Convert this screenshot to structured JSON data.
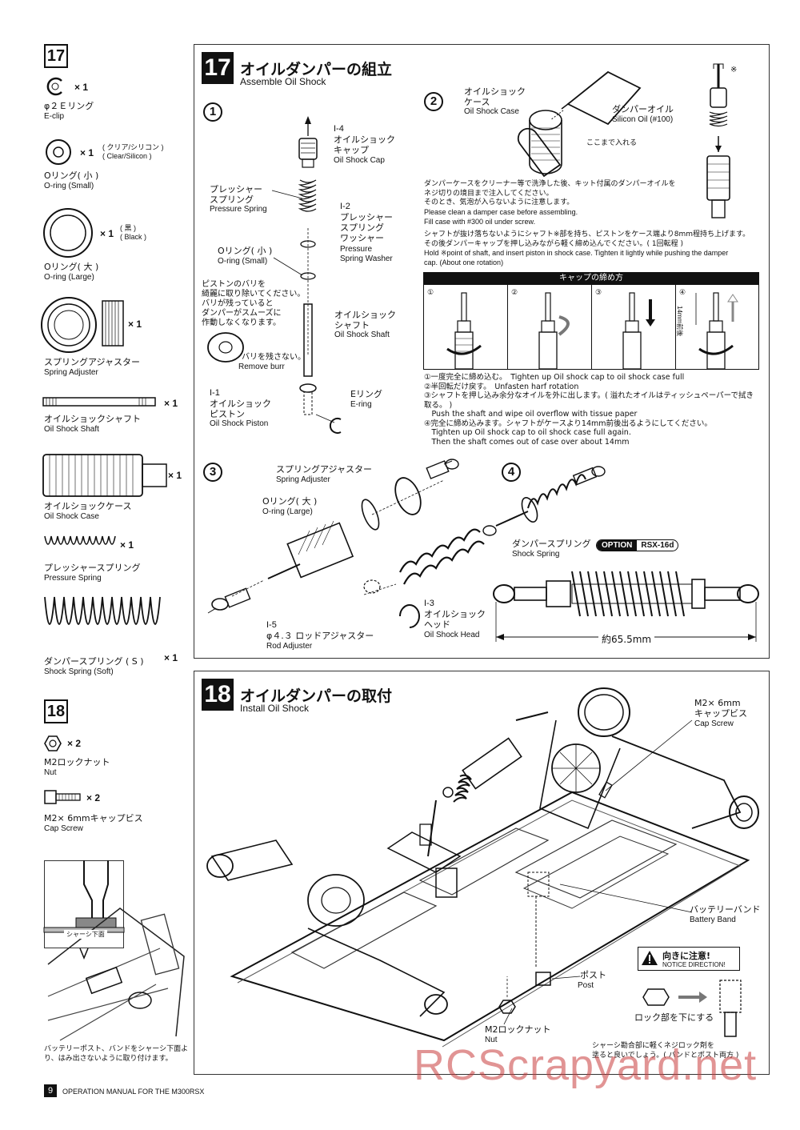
{
  "sidebar17": {
    "step": "17",
    "parts": [
      {
        "qty": "× 1",
        "jp": "φ２Ｅリング",
        "en": "E-clip"
      },
      {
        "qty": "× 1",
        "note_jp": "( クリア/シリコン )",
        "note_en": "( Clear/Silicon )",
        "jp": "Oリング( 小 )",
        "en": "O-ring (Small)"
      },
      {
        "qty": "× 1",
        "note_jp": "( 黒 )",
        "note_en": "( Black )",
        "jp": "Oリング( 大 )",
        "en": "O-ring (Large)"
      },
      {
        "qty": "× 1",
        "jp": "スプリングアジャスター",
        "en": "Spring Adjuster"
      },
      {
        "qty": "× 1",
        "jp": "オイルショックシャフト",
        "en": "Oil Shock Shaft"
      },
      {
        "qty": "× 1",
        "jp": "オイルショックケース",
        "en": "Oil Shock Case"
      },
      {
        "qty": "× 1",
        "jp": "プレッシャースプリング",
        "en": "Pressure Spring"
      },
      {
        "qty": "× 1",
        "jp": "ダンパースプリング ( S )",
        "en": "Shock Spring (Soft)"
      }
    ]
  },
  "sidebar18": {
    "step": "18",
    "parts": [
      {
        "qty": "× 2",
        "jp": "M2ロックナット",
        "en": "Nut"
      },
      {
        "qty": "× 2",
        "jp": "M2× 6mmキャップビス",
        "en": "Cap Screw"
      }
    ],
    "inset_label": "シャーシ下面",
    "inset_note": "バッテリーポスト、バンドをシャーシ下面より、はみ出さないように取り付けます。"
  },
  "panel17": {
    "badge": "17",
    "title_jp": "オイルダンパーの組立",
    "title_en": "Assemble Oil Shock",
    "sub1": {
      "num": "1",
      "labels": [
        {
          "code": "I-4",
          "jp": "オイルショック\nキャップ",
          "en": "Oil Shock Cap"
        },
        {
          "code": "",
          "jp": "プレッシャー\nスプリング",
          "en": "Pressure Spring"
        },
        {
          "code": "I-2",
          "jp": "プレッシャー\nスプリング\nワッシャー",
          "en": "Pressure\nSpring Washer"
        },
        {
          "code": "",
          "jp": "Oリング( 小 )",
          "en": "O-ring (Small)"
        },
        {
          "code": "",
          "jp": "オイルショック\nシャフト",
          "en": "Oil Shock Shaft"
        },
        {
          "code": "I-1",
          "jp": "オイルショック\nピストン",
          "en": "Oil Shock Piston"
        },
        {
          "code": "",
          "jp": "Eリング",
          "en": "E-ring"
        }
      ],
      "burr_note": "ピストンのバリを\n綺麗に取り除いてください。\nバリが残っていると\nダンパーがスムーズに\n作動しなくなります。",
      "burr_jp": "バリを残さない。",
      "burr_en": "Remove burr"
    },
    "sub2": {
      "num": "2",
      "case_jp": "オイルショック\nケース",
      "case_en": "Oil Shock Case",
      "oil_jp": "ダンパーオイル",
      "oil_en": "Silicon Oil (#100)",
      "fill_jp": "ここまで入れる",
      "mark": "※",
      "text1_jp": "ダンパーケースをクリーナー等で洗浄した後、キット付属のダンパーオイルを\nネジ切りの境目まで注入してください。\nそのとき、気泡が入らないように注意します。",
      "text1_en": "Please clean a damper case before assembling.\nFill case with #300 oil under screw.",
      "text2_jp": "シャフトが抜け落ちないようにシャフト※部を持ち、ピストンをケース端より8mm程持ち上げます。\nその後ダンパーキャップを押し込みながら軽く締め込んでください。( 1回転程 )",
      "text2_en": "Hold ※point of shaft, and insert piston in shock case. Tighten it lightly while pushing the damper\ncap. (About one rotation)",
      "cap_title": "キャップの締め方",
      "steps_nums": [
        "①",
        "②",
        "③",
        "④"
      ],
      "dim_label": "14mm前後",
      "instructions": [
        "①一度完全に締め込む。　Tighten up Oil shock cap to oil shock case full",
        "②半回転だけ戻す。　Unfasten harf rotation",
        "③シャフトを押し込み余分なオイルを外に出します。( 溢れたオイルはティッシュペーパーで拭き取る。 )",
        "　Push the shaft and wipe oil overflow with tissue paper",
        "④完全に締め込みます。シャフトがケースより14mm前後出るようにしてください。",
        "　Tighten up Oil shock cap to oil shock case full again.",
        "　Then the shaft comes out of case over about 14mm"
      ]
    },
    "sub3": {
      "num": "3",
      "adj_jp": "スプリングアジャスター",
      "adj_en": "Spring Adjuster",
      "oring_jp": "Oリング( 大 )",
      "oring_en": "O-ring (Large)",
      "rod_code": "I-5",
      "rod_jp": "φ４.３ ロッドアジャスター",
      "rod_en": "Rod Adjuster",
      "spring_jp": "ダンパースプリング",
      "spring_en": "Shock Spring",
      "head_code": "I-3",
      "head_jp": "オイルショック\nヘッド",
      "head_en": "Oil Shock Head"
    },
    "sub4": {
      "num": "4",
      "option_label": "OPTION",
      "option_code": "RSX-16d",
      "dimension": "約65.5mm"
    }
  },
  "panel18": {
    "badge": "18",
    "title_jp": "オイルダンパーの取付",
    "title_en": "Install Oil Shock",
    "screw_jp": "M2× 6mm\nキャップビス",
    "screw_en": "Cap Screw",
    "band_jp": "バッテリーバンド",
    "band_en": "Battery Band",
    "post_jp": "ポスト",
    "post_en": "Post",
    "nut_jp": "M2ロックナット",
    "nut_en": "Nut",
    "notice_jp": "向きに注意!",
    "notice_en": "NOTICE DIRECTION!",
    "lock_jp": "ロック部を下にする",
    "glue_jp": "シャーシ勘合部に軽くネジロック剤を\n塗ると良いでしょう。( バンドとポスト両方 )"
  },
  "footer": {
    "page": "9",
    "title": "OPERATION MANUAL FOR THE M300RSX"
  },
  "watermark": "RCScrapyard.net"
}
